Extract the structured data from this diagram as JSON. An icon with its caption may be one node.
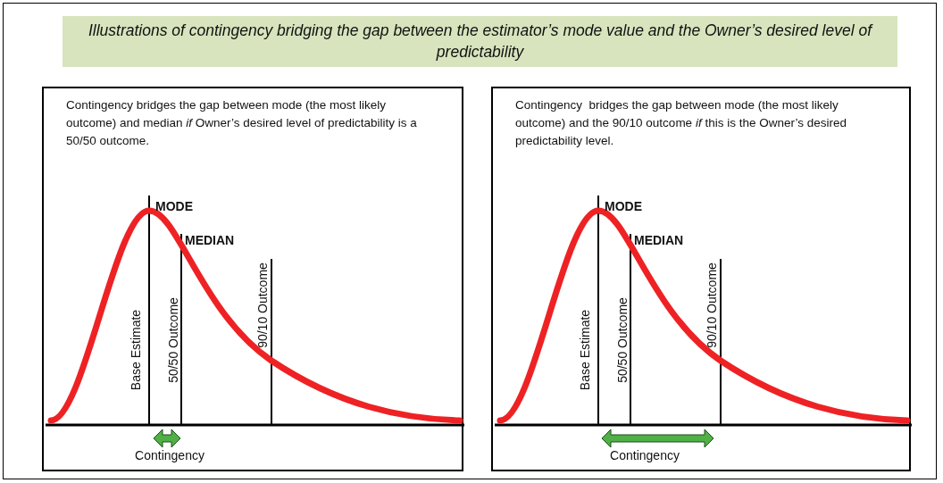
{
  "diagram": {
    "title": "Illustrations of contingency bridging the gap between the estimator’s mode value and the Owner’s desired level of predictability",
    "nodes": [
      {
        "text": [
          "Contingency bridges the gap between mode (the most likely outcome) and median *if* Owner’s desired level of predictability is a 50/50 outcome.",
          "MODE",
          "MEDIAN",
          "Base Estimate",
          "50/50 Outcome",
          "90/10 Outcome",
          "Contingency"
        ]
      },
      {
        "text": [
          "Contingency  bridges the gap between mode (the most likely outcome) and the 90/10 outcome *if* this is the Owner’s desired predictability level.",
          "MODE",
          "MEDIAN",
          "Base Estimate",
          "50/50 Outcome",
          "90/10 Outcome",
          "Contingency"
        ]
      }
    ],
    "edges": []
  }
}
